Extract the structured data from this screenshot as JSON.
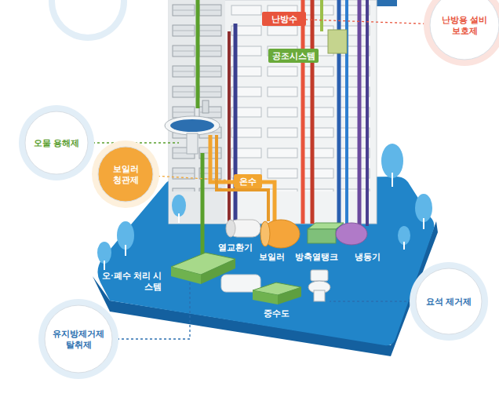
{
  "diagram": {
    "nodes": [
      {
        "text": [
          "난방수"
        ]
      },
      {
        "text": [
          "난방용 설비보호제"
        ]
      },
      {
        "text": [
          "공조시스템"
        ]
      },
      {
        "text": [
          "오물 용해제"
        ]
      },
      {
        "text": [
          "보일러 청관제"
        ]
      },
      {
        "text": [
          "온수"
        ]
      },
      {
        "text": [
          "요석 제거제"
        ]
      },
      {
        "text": [
          "유지방제거제 탈취제"
        ]
      }
    ],
    "edges": [
      {
        "from": 1,
        "to": 0,
        "arrow": "none"
      },
      {
        "from": 4,
        "to": 5,
        "arrow": "none"
      }
    ],
    "labels": [
      "열교환기",
      "보일러",
      "방축열탱크",
      "냉동기",
      "오·폐수 처리 시스템",
      "중수도"
    ]
  }
}
